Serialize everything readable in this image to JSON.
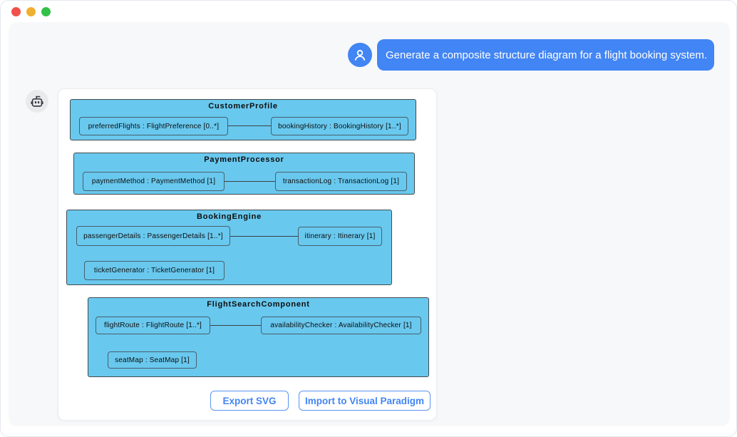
{
  "window": {
    "controls": {
      "close_color": "#f05149",
      "minimize_color": "#efb02f",
      "zoom_color": "#33c148"
    }
  },
  "chat": {
    "user_message": "Generate a composite structure diagram for a flight booking system.",
    "user_avatar_icon": "person-icon",
    "assistant_avatar_icon": "robot-icon",
    "accent_color": "#4285f4"
  },
  "diagram": {
    "type": "uml-composite-structure",
    "fill_color": "#69c8ee",
    "border_color": "#434a4e",
    "components": [
      {
        "title": "CustomerProfile",
        "parts": [
          "preferredFlights : FlightPreference [0..*]",
          "bookingHistory : BookingHistory [1..*]"
        ],
        "connections": [
          [
            "preferredFlights",
            "bookingHistory"
          ]
        ]
      },
      {
        "title": "PaymentProcessor",
        "parts": [
          "paymentMethod : PaymentMethod [1]",
          "transactionLog : TransactionLog [1]"
        ],
        "connections": [
          [
            "paymentMethod",
            "transactionLog"
          ]
        ]
      },
      {
        "title": "BookingEngine",
        "parts": [
          "passengerDetails : PassengerDetails [1..*]",
          "itinerary : Itinerary [1]",
          "ticketGenerator : TicketGenerator [1]"
        ],
        "connections": [
          [
            "passengerDetails",
            "itinerary"
          ]
        ]
      },
      {
        "title": "FlightSearchComponent",
        "parts": [
          "flightRoute : FlightRoute [1..*]",
          "availabilityChecker : AvailabilityChecker [1]",
          "seatMap : SeatMap [1]"
        ],
        "connections": [
          [
            "flightRoute",
            "availabilityChecker"
          ]
        ]
      }
    ]
  },
  "actions": {
    "export_svg": "Export SVG",
    "import_vp": "Import to Visual Paradigm"
  }
}
